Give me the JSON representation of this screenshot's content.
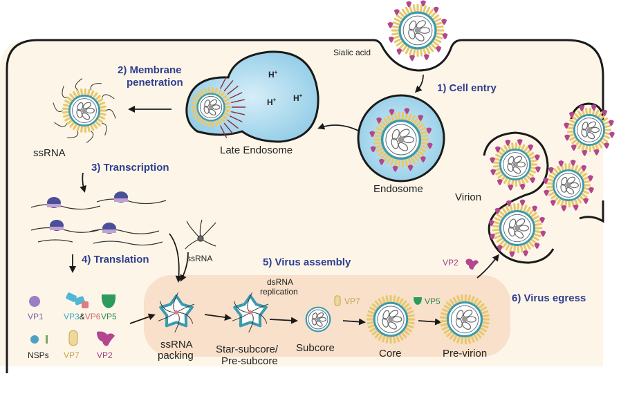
{
  "colors": {
    "cell_fill": "#fdf6e8",
    "membrane": "#1a1a1a",
    "endosome_fill": "#a9d8ee",
    "assembly_fill": "#f7dcc4",
    "step_text": "#2f3d8f",
    "teal_ring": "#3a9ab0",
    "spike_yellow": "#e7c86f",
    "vp2_pink": "#b3468f",
    "vp1": "#9b7fc4",
    "vp3": "#4fb8d4",
    "vp6": "#e07b86",
    "vp5": "#2e9a5d",
    "vp7": "#d9b45a",
    "nsp": "#4fa0c4"
  },
  "steps": {
    "s1": "1) Cell entry",
    "s2a": "2) Membrane",
    "s2b": "penetration",
    "s3": "3) Transcription",
    "s4": "4) Translation",
    "s5": "5) Virus assembly",
    "s6": "6) Virus egress"
  },
  "labels": {
    "sialic_acid": "Sialic acid",
    "late_endosome": "Late Endosome",
    "endosome": "Endosome",
    "ssrna_left": "ssRNA",
    "ssrna_small": "ssRNA",
    "virion": "Virion",
    "h1": "H",
    "h2": "H",
    "h3": "H",
    "plus": "+",
    "dsrna_a": "dsRNA",
    "dsrna_b": "replication",
    "ssrna_packing_a": "ssRNA",
    "ssrna_packing_b": "packing",
    "star_a": "Star-subcore/",
    "star_b": "Pre-subcore",
    "subcore": "Subcore",
    "core": "Core",
    "pre_virion": "Pre-virion"
  },
  "proteins": {
    "vp1": "VP1",
    "vp3": "VP3",
    "amp": "&",
    "vp6": "VP6",
    "vp5": "VP5",
    "nsps": "NSPs",
    "vp7": "VP7",
    "vp2": "VP2",
    "vp7_assembly": "VP7",
    "vp5_assembly": "VP5",
    "vp2_egress": "VP2"
  }
}
